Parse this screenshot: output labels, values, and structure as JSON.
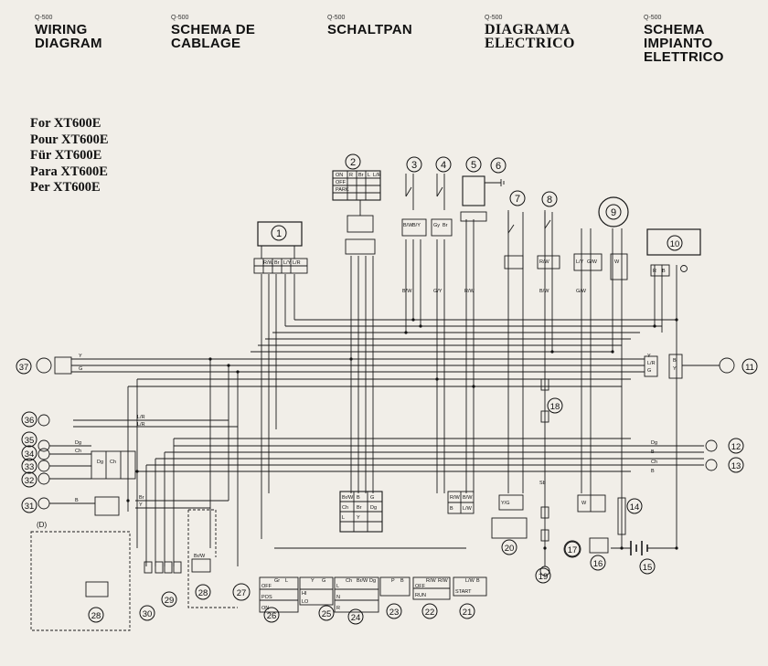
{
  "headers": [
    {
      "code": "Q-500",
      "title": "WIRING\nDIAGRAM"
    },
    {
      "code": "Q-500",
      "title": "SCHEMA DE\nCABLAGE"
    },
    {
      "code": "Q-500",
      "title": "SCHALTPAN"
    },
    {
      "code": "Q-500",
      "title": "DIAGRAMA\nELECTRICO"
    },
    {
      "code": "Q-500",
      "title": "SCHEMA\nIMPIANTO\nELETTRICO"
    }
  ],
  "models": [
    "For XT600E",
    "Pour XT600E",
    "Für XT600E",
    "Para XT600E",
    "Per XT600E"
  ],
  "component_numbers": [
    "1",
    "2",
    "3",
    "4",
    "5",
    "6",
    "7",
    "8",
    "9",
    "10",
    "11",
    "12",
    "13",
    "14",
    "15",
    "16",
    "17",
    "18",
    "19",
    "20",
    "21",
    "22",
    "23",
    "24",
    "25",
    "26",
    "27",
    "28",
    "29",
    "30",
    "31",
    "32",
    "33",
    "34",
    "35",
    "36",
    "37",
    "28"
  ],
  "detail_label": "(D)",
  "switch_labels": {
    "main_switch_header": [
      "R",
      "Br",
      "L",
      "L/R"
    ],
    "main_switch_rows": [
      "ON",
      "OFF",
      "PARK"
    ],
    "light_switch_rows": [
      "OFF",
      "POS",
      "ON"
    ],
    "dimmer_rows": [
      "HI",
      "LO"
    ],
    "horn_rows": [
      "L",
      "N",
      "R"
    ],
    "engine_stop_rows": [
      "OFF",
      "RUN"
    ],
    "start_rows": [
      "START"
    ],
    "light_switch_header": [
      "Gr",
      "L"
    ],
    "dimmer_header": [
      "Y",
      "G"
    ],
    "turn_header": [
      "Ch",
      "Br/W",
      "Dg"
    ],
    "horn_header": [
      "P",
      "B"
    ],
    "stop_header": [
      "R/W",
      "R/W"
    ],
    "start_header": [
      "L/W",
      "B"
    ]
  },
  "wire_codes": {
    "left_lamps": [
      "Y",
      "G",
      "L/R",
      "L/R",
      "Dg",
      "Ch",
      "Dg",
      "Ch",
      "Br",
      "Y",
      "B"
    ],
    "right_lamps": [
      "Y",
      "L/R",
      "G",
      "B",
      "Y",
      "Dg",
      "B",
      "Ch",
      "B"
    ],
    "top_connectors": [
      "R/W",
      "Br",
      "L/Y",
      "L/R",
      "B/W",
      "B/Y",
      "Gy",
      "Br",
      "B/W",
      "G/Y",
      "R/W",
      "B/W",
      "R/W",
      "G/W",
      "L/Y",
      "G/W",
      "W",
      "R",
      "B"
    ],
    "bottom_connectors": [
      "Br/W",
      "B",
      "G",
      "Ch",
      "Br",
      "Dg",
      "L",
      "Y",
      "R/W",
      "B/W",
      "L/W",
      "B",
      "Sb",
      "Br/W",
      "Y/G",
      "W"
    ]
  },
  "colors": {
    "paper": "#f1eee8",
    "ink": "#141414"
  }
}
